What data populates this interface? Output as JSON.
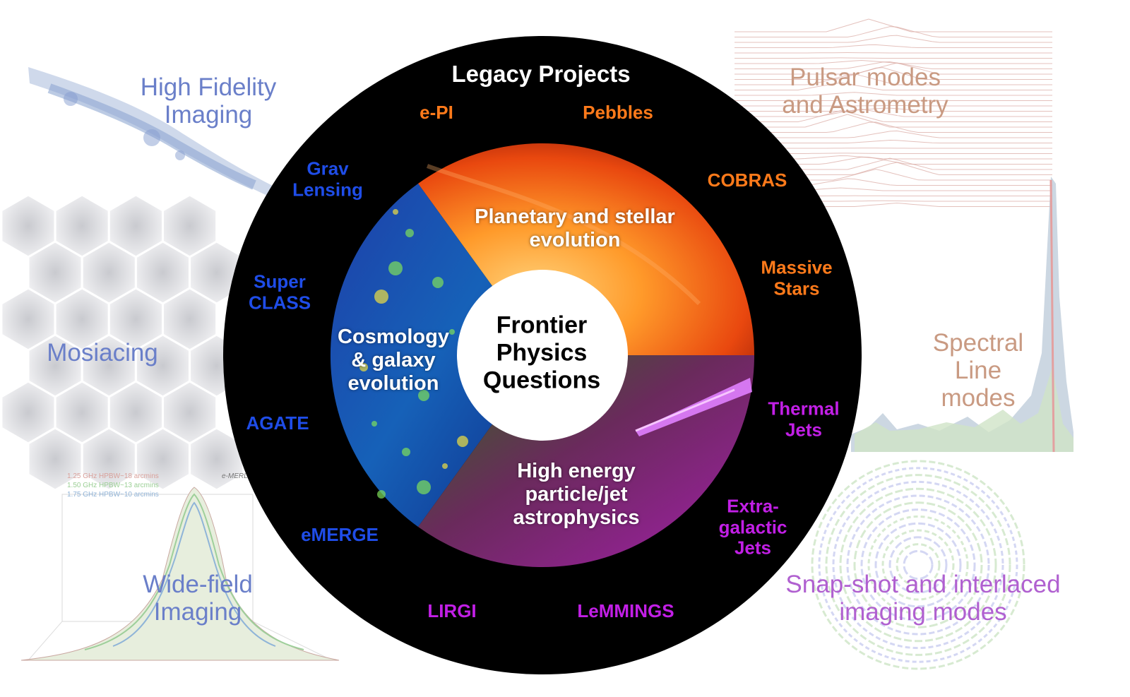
{
  "colors": {
    "ring": "#000000",
    "blue_text": "#1f4de8",
    "orange_text": "#ff7a1a",
    "purple_text": "#c21fe6",
    "side_blue": "#6a7fc9",
    "side_tan": "#c99a82",
    "side_purple": "#b060d0"
  },
  "legacy": {
    "title": "Legacy Projects",
    "projects": {
      "epi": "e-PI",
      "pebbles": "Pebbles",
      "cobras": "COBRAS",
      "massive_stars": "Massive\nStars",
      "thermal_jets": "Thermal\nJets",
      "extragalactic_jets": "Extra-\ngalactic\nJets",
      "lemmings": "LeMMINGS",
      "lirgi": "LIRGI",
      "emerge": "eMERGE",
      "agate": "AGATE",
      "superclass": "Super\nCLASS",
      "grav_lensing": "Grav\nLensing"
    }
  },
  "segments": {
    "planetary": "Planetary and stellar\nevolution",
    "cosmology": "Cosmology\n& galaxy\nevolution",
    "high_energy": "High energy\nparticle/jet\nastrophysics"
  },
  "center": "Frontier\nPhysics\nQuestions",
  "modes": {
    "high_fidelity": "High Fidelity\nImaging",
    "mosaicing": "Mosiacing",
    "wide_field": "Wide-field\nImaging",
    "pulsar": "Pulsar modes\nand Astrometry",
    "spectral": "Spectral\nLine\nmodes",
    "snapshot": "Snap-shot and interlaced\nimaging modes"
  },
  "wide_field_legend": {
    "line1": "1.25 GHz HPBW~18 arcmins",
    "line2": "1.50 GHz HPBW~13 arcmins",
    "line3": "1.75 GHz HPBW~10 arcmins",
    "brand": "e-MERL"
  }
}
